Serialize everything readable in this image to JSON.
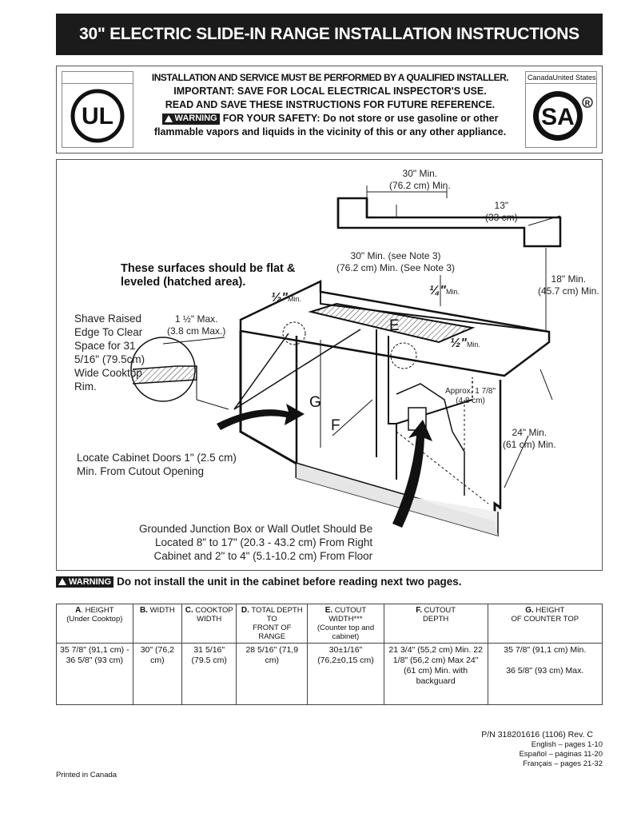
{
  "title": "30\" ELECTRIC SLIDE-IN RANGE INSTALLATION INSTRUCTIONS",
  "safety": {
    "line1": "INSTALLATION AND SERVICE MUST BE PERFORMED BY A QUALIFIED INSTALLER.",
    "line2": "IMPORTANT: SAVE FOR LOCAL ELECTRICAL INSPECTOR'S USE.",
    "line3": "READ AND SAVE THESE INSTRUCTIONS FOR FUTURE REFERENCE.",
    "warning_label": "WARNING",
    "line4": "FOR YOUR SAFETY: Do not store or use gasoline or other",
    "line5": "flammable vapors and liquids in the vicinity of this or any other appliance.",
    "right_header": "CanadaUnited States",
    "ul_logo": "UL",
    "csa_logo": "SA"
  },
  "diagram": {
    "top_width": "30\" Min.",
    "top_width_cm": "(76.2 cm) Min.",
    "depth_13": "13\"",
    "depth_13_cm": "(33 cm)",
    "note3_a": "30\" Min. (see Note 3)",
    "note3_b": "(76.2 cm) Min. (See Note 3)",
    "flat_a": "These surfaces  should be flat &",
    "flat_b": "leveled (hatched area).",
    "half_min_left": "½\"",
    "quarter_min": "¼\"",
    "min_suffix": "Min.",
    "half_min_right": "½\"",
    "h18": "18\" Min.",
    "h18_cm": "(45.7 cm) Min.",
    "shave": "Shave Raised Edge To Clear Space for 31 5/16\" (79.5cm) Wide Cooktop Rim.",
    "max_half": "1 ½\" Max.",
    "max_half_cm": "(3.8 cm Max.)",
    "letter_e": "E",
    "letter_g": "G",
    "letter_f": "F",
    "approx": "Approx. 1 7/8\"",
    "approx_cm": "(4.8 cm)",
    "h24": "24\" Min.",
    "h24_cm": "(61 cm) Min.",
    "locate_a": "Locate Cabinet Doors 1\" (2.5 cm)",
    "locate_b": "Min. From Cutout Opening",
    "ground_a": "Grounded Junction Box or Wall Outlet Should Be",
    "ground_b": "Located 8\" to 17\" (20.3 - 43.2 cm) From Right",
    "ground_c": "Cabinet and 2\" to 4\" (5.1-10.2 cm) From Floor"
  },
  "bottom_warning": {
    "label": "WARNING",
    "text": "Do not install the unit in the cabinet before reading next two pages."
  },
  "table": {
    "headers": [
      {
        "letter": "A",
        "text": ". HEIGHT",
        "sub": "(Under Cooktop)"
      },
      {
        "letter": "B.",
        "text": " WIDTH",
        "sub": ""
      },
      {
        "letter": "C.",
        "text": " COOKTOP",
        "sub": "WIDTH"
      },
      {
        "letter": "D.",
        "text": " TOTAL DEPTH TO",
        "sub": "FRONT OF RANGE"
      },
      {
        "letter": "E.",
        "text": " CUTOUT WIDTH***",
        "sub": "(Counter top and cabinet)"
      },
      {
        "letter": "F.",
        "text": " CUTOUT",
        "sub": "DEPTH"
      },
      {
        "letter": "G.",
        "text": " HEIGHT",
        "sub": "OF COUNTER TOP"
      }
    ],
    "row": [
      "35 7/8\" (91,1 cm) - 36 5/8\" (93 cm)",
      "30\" (76,2 cm)",
      "31 5/16\" (79.5 cm)",
      "28 5/16\" (71,9 cm)",
      "30±1/16\" (76,2±0,15 cm)",
      "21 3/4\" (55,2 cm) Min. 22 1/8\" (56,2 cm) Max 24\" (61 cm) Min. with backguard",
      "35 7/8\" (91,1 cm) Min.\n\n36 5/8\" (93 cm) Max."
    ]
  },
  "footer": {
    "pn": "P/N 318201616 (1106) Rev. C",
    "english": "English – pages 1-10",
    "spanish": "Español – páginas 11-20",
    "french": "Français – pages 21-32",
    "printed": "Printed in Canada"
  }
}
